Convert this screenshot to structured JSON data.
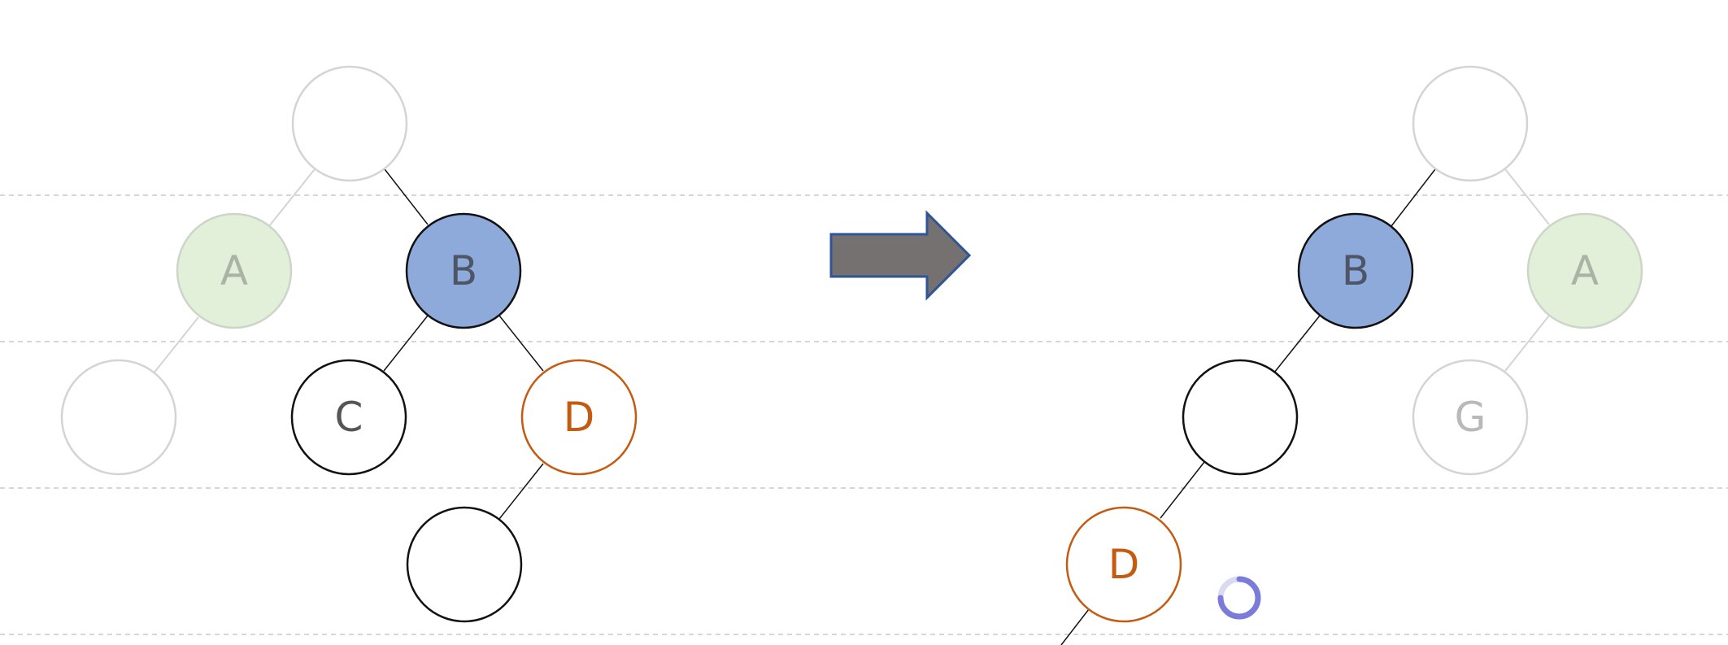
{
  "diagram": {
    "type": "tree-rotation",
    "colors": {
      "background": "#ffffff",
      "gridline": "#c8c8c8",
      "faded_stroke": "#d4d4d4",
      "faded_text": "#b9b9b9",
      "active_stroke": "#111111",
      "active_text": "#555555",
      "highlight_fill": "#8eaadb",
      "highlight_text": "#4d5567",
      "green_fill": "#e2efd9",
      "green_text": "#aab4a6",
      "orange": "#c55a11",
      "arrow_fill": "#767171",
      "arrow_stroke": "#2f5597",
      "spinner": "#7b7bd9"
    },
    "left_tree": {
      "nodes": [
        {
          "id": "root",
          "label": ""
        },
        {
          "id": "A",
          "label": "A"
        },
        {
          "id": "B",
          "label": "B"
        },
        {
          "id": "A-left",
          "label": ""
        },
        {
          "id": "C",
          "label": "C"
        },
        {
          "id": "D",
          "label": "D"
        },
        {
          "id": "D-left",
          "label": ""
        }
      ]
    },
    "right_tree": {
      "nodes": [
        {
          "id": "root",
          "label": ""
        },
        {
          "id": "B",
          "label": "B"
        },
        {
          "id": "A",
          "label": "A"
        },
        {
          "id": "B-left",
          "label": ""
        },
        {
          "id": "G",
          "label": "G"
        },
        {
          "id": "D",
          "label": "D"
        }
      ]
    },
    "arrow": {
      "icon": "right-arrow-icon"
    },
    "cursor": {
      "icon": "loading-spinner-icon"
    }
  }
}
